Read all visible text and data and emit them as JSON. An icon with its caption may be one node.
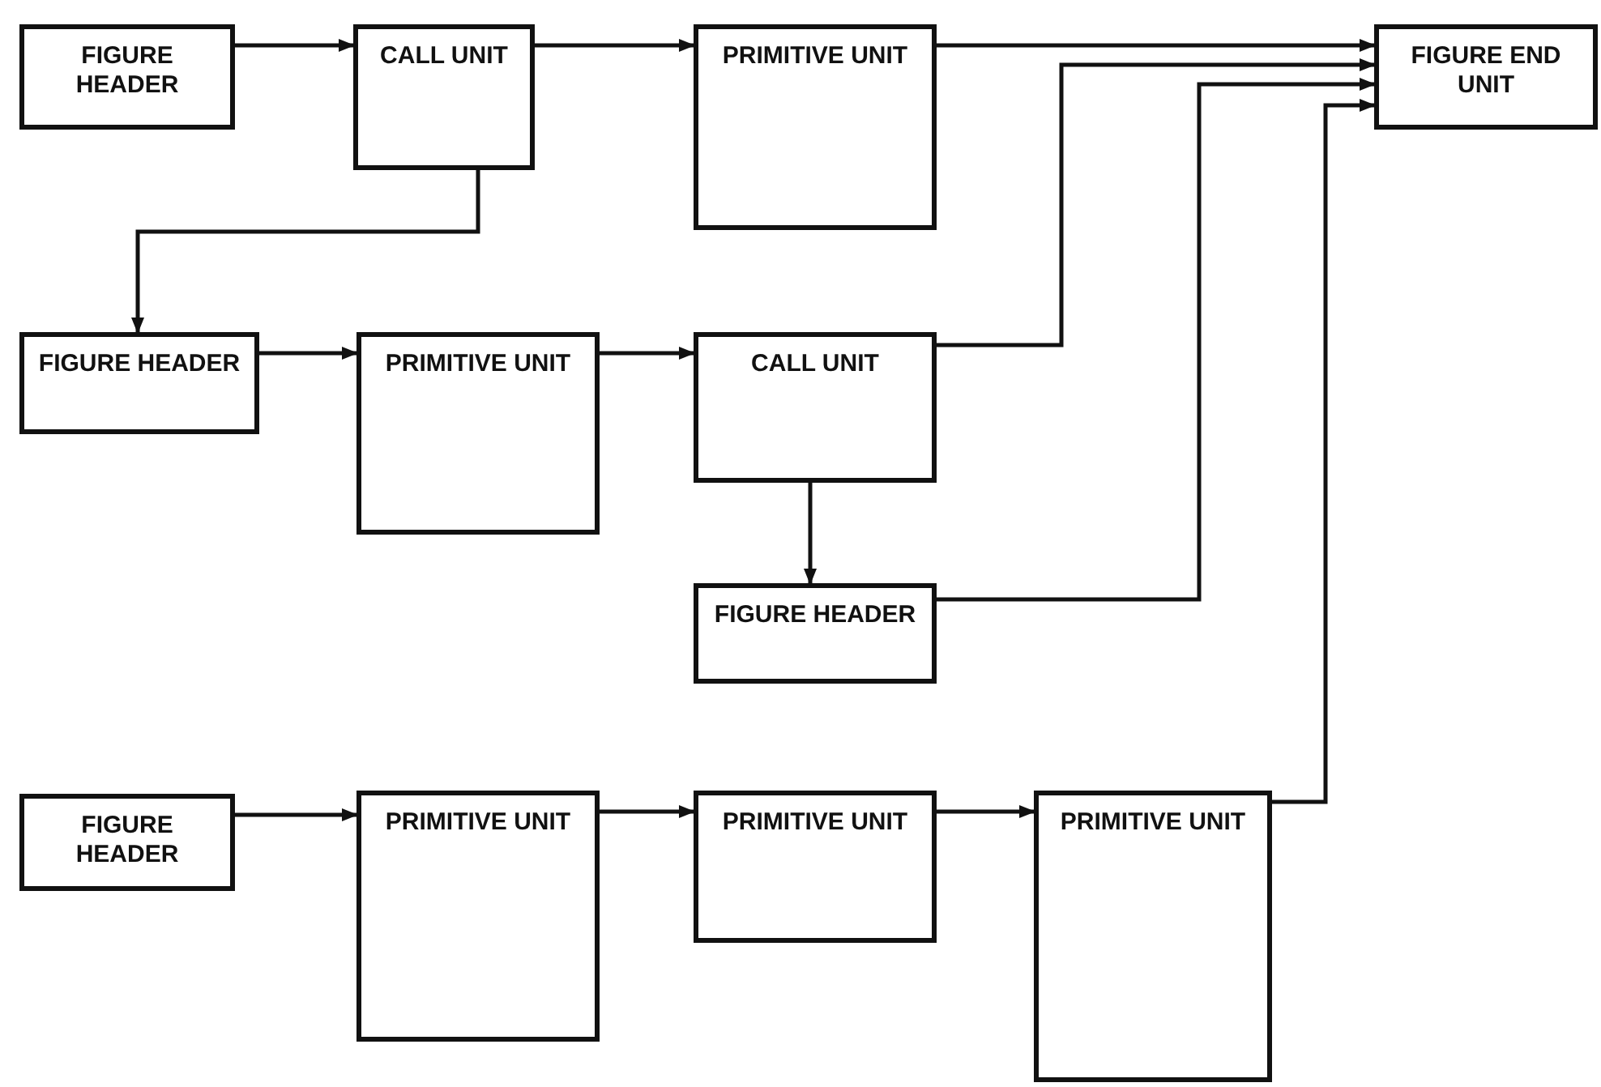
{
  "diagram": {
    "nodes": [
      {
        "text": [
          "FIGURE HEADER"
        ]
      },
      {
        "text": [
          "CALL UNIT"
        ]
      },
      {
        "text": [
          "PRIMITIVE UNIT"
        ]
      },
      {
        "text": [
          "FIGURE END UNIT"
        ]
      },
      {
        "text": [
          "FIGURE HEADER"
        ]
      },
      {
        "text": [
          "PRIMITIVE UNIT"
        ]
      },
      {
        "text": [
          "CALL UNIT"
        ]
      },
      {
        "text": [
          "FIGURE HEADER"
        ]
      },
      {
        "text": [
          "FIGURE HEADER"
        ]
      },
      {
        "text": [
          "PRIMITIVE UNIT"
        ]
      },
      {
        "text": [
          "PRIMITIVE UNIT"
        ]
      },
      {
        "text": [
          "PRIMITIVE UNIT"
        ]
      }
    ],
    "edges": [
      {
        "from": 0,
        "to": 1,
        "arrow": "to"
      },
      {
        "from": 1,
        "to": 2,
        "arrow": "to"
      },
      {
        "from": 2,
        "to": 3,
        "arrow": "to"
      },
      {
        "from": 1,
        "to": 4,
        "arrow": "to"
      },
      {
        "from": 4,
        "to": 5,
        "arrow": "to"
      },
      {
        "from": 5,
        "to": 6,
        "arrow": "to"
      },
      {
        "from": 6,
        "to": 3,
        "arrow": "to"
      },
      {
        "from": 6,
        "to": 7,
        "arrow": "to"
      },
      {
        "from": 7,
        "to": 3,
        "arrow": "to"
      },
      {
        "from": 8,
        "to": 9,
        "arrow": "to"
      },
      {
        "from": 9,
        "to": 10,
        "arrow": "to"
      },
      {
        "from": 10,
        "to": 11,
        "arrow": "to"
      },
      {
        "from": 11,
        "to": 3,
        "arrow": "to"
      }
    ]
  }
}
